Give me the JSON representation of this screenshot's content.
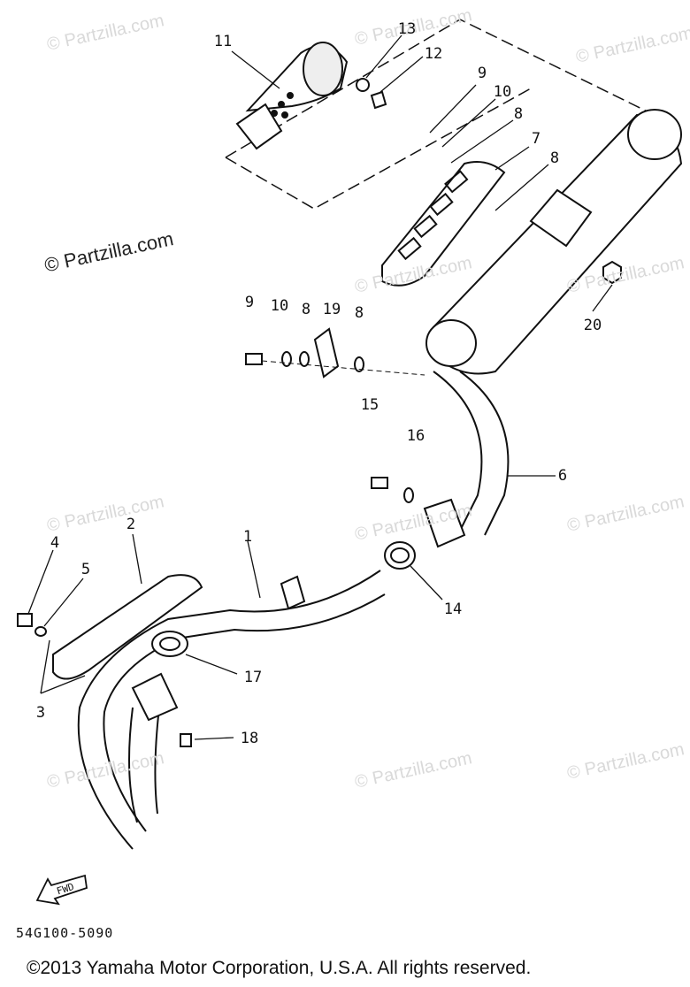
{
  "watermark": {
    "main": "© Partzilla.com",
    "faint": "© Partzilla.com"
  },
  "callouts": [
    "11",
    "13",
    "12",
    "9",
    "10",
    "8",
    "7",
    "8",
    "9",
    "10",
    "8",
    "19",
    "8",
    "20",
    "15",
    "16",
    "6",
    "2",
    "1",
    "4",
    "5",
    "3",
    "17",
    "14",
    "18"
  ],
  "fwd_label": "FWD",
  "drawing_code": "54G100-5090",
  "copyright": "©2013  Yamaha Motor Corporation, U.S.A. All rights reserved."
}
